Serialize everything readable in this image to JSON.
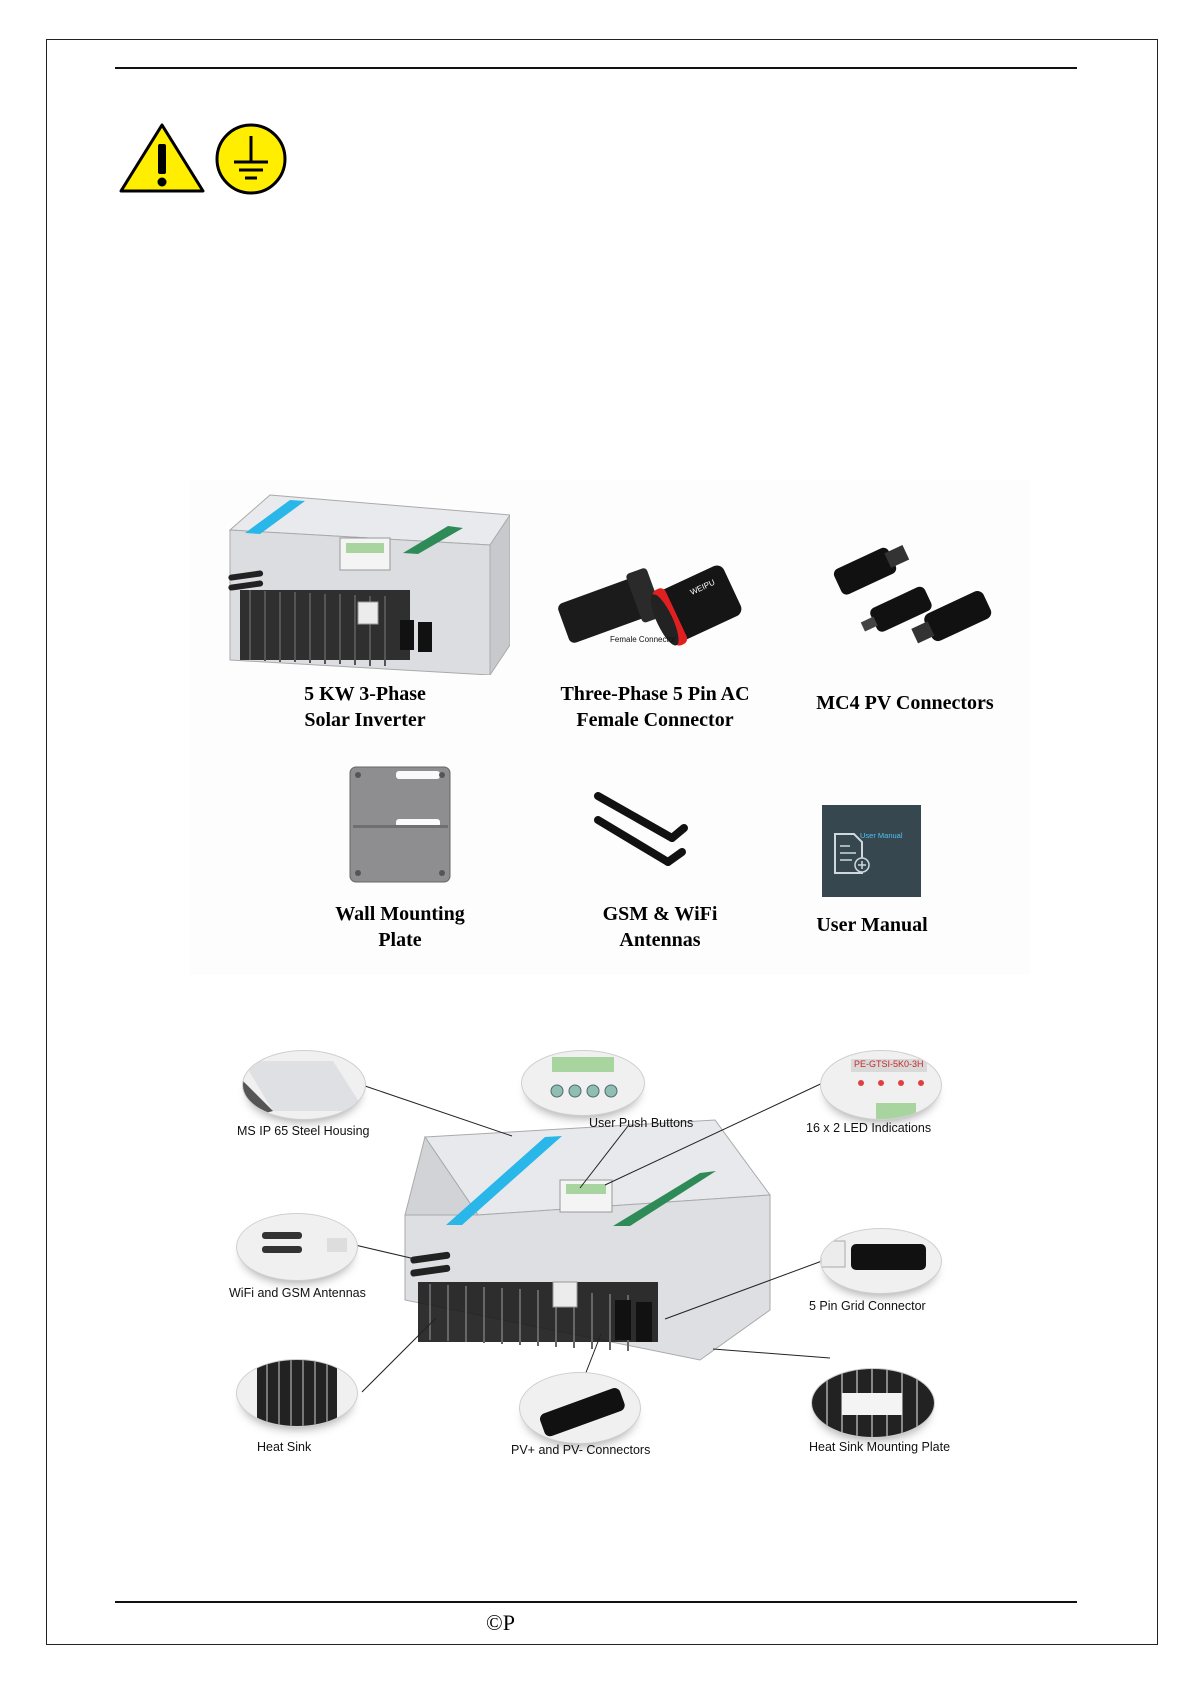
{
  "contents": {
    "items": [
      {
        "line1": "5 KW 3-Phase",
        "line2": "Solar Inverter"
      },
      {
        "line1": "Three-Phase 5 Pin AC",
        "line2": "Female Connector"
      },
      {
        "line1": "MC4 PV Connectors",
        "line2": ""
      },
      {
        "line1": "Wall Mounting",
        "line2": "Plate"
      },
      {
        "line1": "GSM & WiFi",
        "line2": "Antennas"
      },
      {
        "line1": "User Manual",
        "line2": ""
      }
    ],
    "connector_label": "Female Connector",
    "manual_cover_title": "User Manual"
  },
  "diagram": {
    "captions": {
      "housing": "MS IP 65 Steel Housing",
      "buttons": "User Push Buttons",
      "led": "16 x 2 LED Indications",
      "antennas": "WiFi and GSM Antennas",
      "grid": "5 Pin Grid Connector",
      "heatsink": "Heat Sink",
      "pv": "PV+ and PV- Connectors",
      "plate": "Heat Sink Mounting Plate"
    },
    "led_panel_text": "PE-GTSI-5K0-3H"
  },
  "footer": {
    "text": "©P"
  },
  "colors": {
    "warning_yellow": "#ffee00",
    "housing_blue": "#29b6e8",
    "housing_green": "#2e8b57",
    "manual_cover": "#37474f"
  }
}
